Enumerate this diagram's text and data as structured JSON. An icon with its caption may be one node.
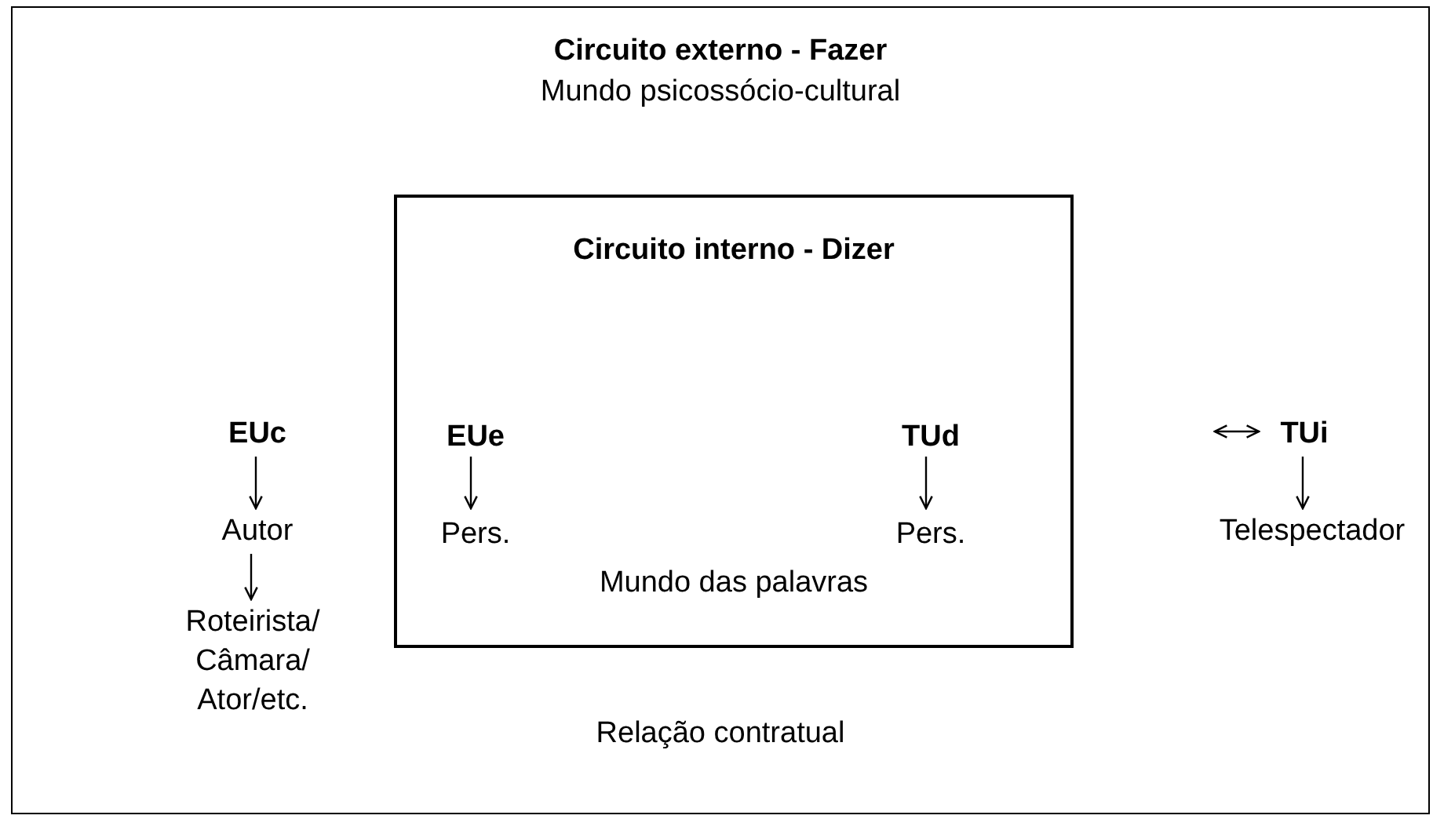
{
  "diagram": {
    "nodes": [
      {
        "text": [
          "Circuito externo - Fazer",
          "Mundo psicossócio-cultural",
          "Relação contratual"
        ]
      },
      {
        "text": [
          "Circuito interno - Dizer",
          "Mundo das palavras"
        ],
        "in": 0
      },
      {
        "text": [
          "EUc"
        ],
        "in": 0
      },
      {
        "text": [
          "Autor"
        ],
        "in": 0
      },
      {
        "text": [
          "Roteirista/ Câmara/ Ator/etc."
        ],
        "in": 0
      },
      {
        "text": [
          "EUe"
        ],
        "in": 1
      },
      {
        "text": [
          "Pers."
        ],
        "in": 1
      },
      {
        "text": [
          "TUd"
        ],
        "in": 1
      },
      {
        "text": [
          "Pers."
        ],
        "in": 1
      },
      {
        "text": [
          "TUi"
        ],
        "in": 0
      },
      {
        "text": [
          "Telespectador"
        ],
        "in": 0
      }
    ],
    "edges": [
      {
        "from": 2,
        "to": 3,
        "arrow": "to"
      },
      {
        "from": 3,
        "to": 4,
        "arrow": "to"
      },
      {
        "from": 5,
        "to": 6,
        "arrow": "to"
      },
      {
        "from": 7,
        "to": 8,
        "arrow": "to"
      },
      {
        "from": null,
        "to": 9,
        "arrow": "both"
      },
      {
        "from": 9,
        "to": 10,
        "arrow": "to"
      }
    ]
  }
}
